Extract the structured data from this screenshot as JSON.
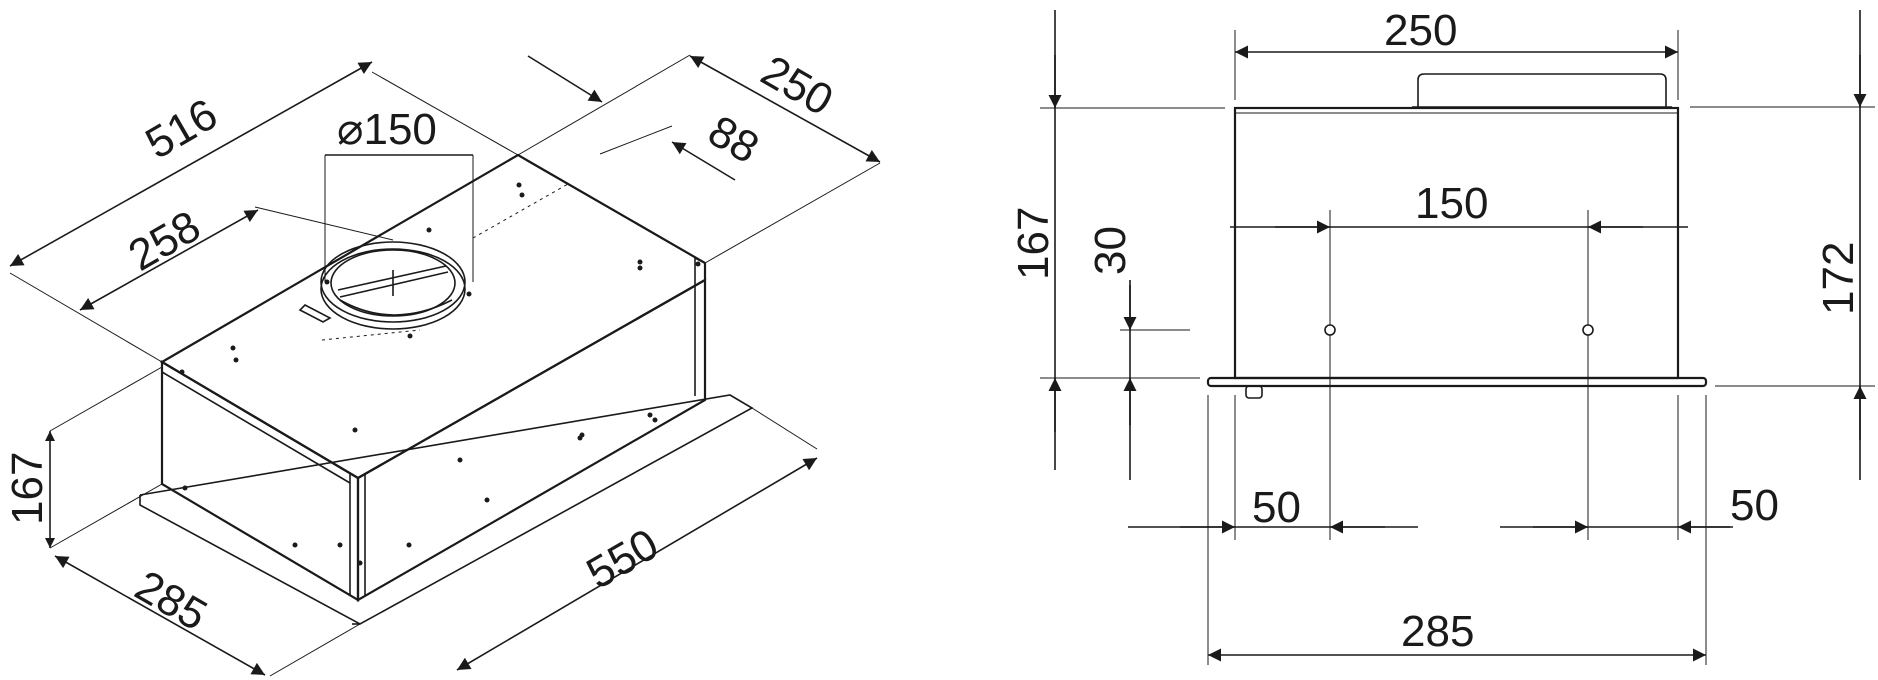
{
  "isometric_view": {
    "dim_length_total": "516",
    "dim_depth_top": "250",
    "dim_outlet_diameter": "⌀150",
    "dim_outlet_offset": "88",
    "dim_outlet_from_front": "258",
    "dim_height": "167",
    "dim_width_bottom": "285",
    "dim_length_bottom": "550"
  },
  "front_view": {
    "dim_top_width": "250",
    "dim_hole_spacing": "150",
    "dim_height_left": "167",
    "dim_hole_height": "30",
    "dim_height_right": "172",
    "dim_left_margin": "50",
    "dim_right_margin": "50",
    "dim_bottom_width": "285"
  }
}
